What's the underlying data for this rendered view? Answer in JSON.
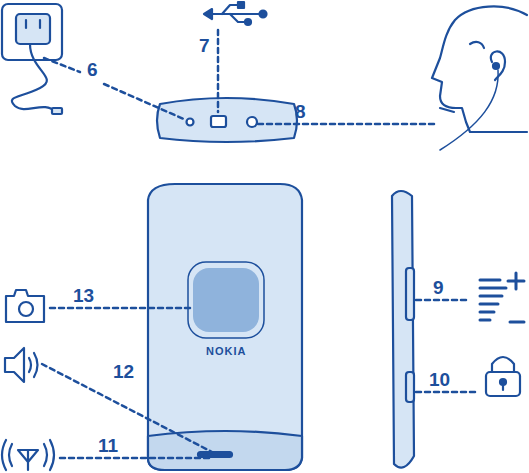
{
  "diagram": {
    "labels": [
      "6",
      "7",
      "8",
      "9",
      "10",
      "11",
      "12",
      "13",
      "NOKIA"
    ]
  }
}
